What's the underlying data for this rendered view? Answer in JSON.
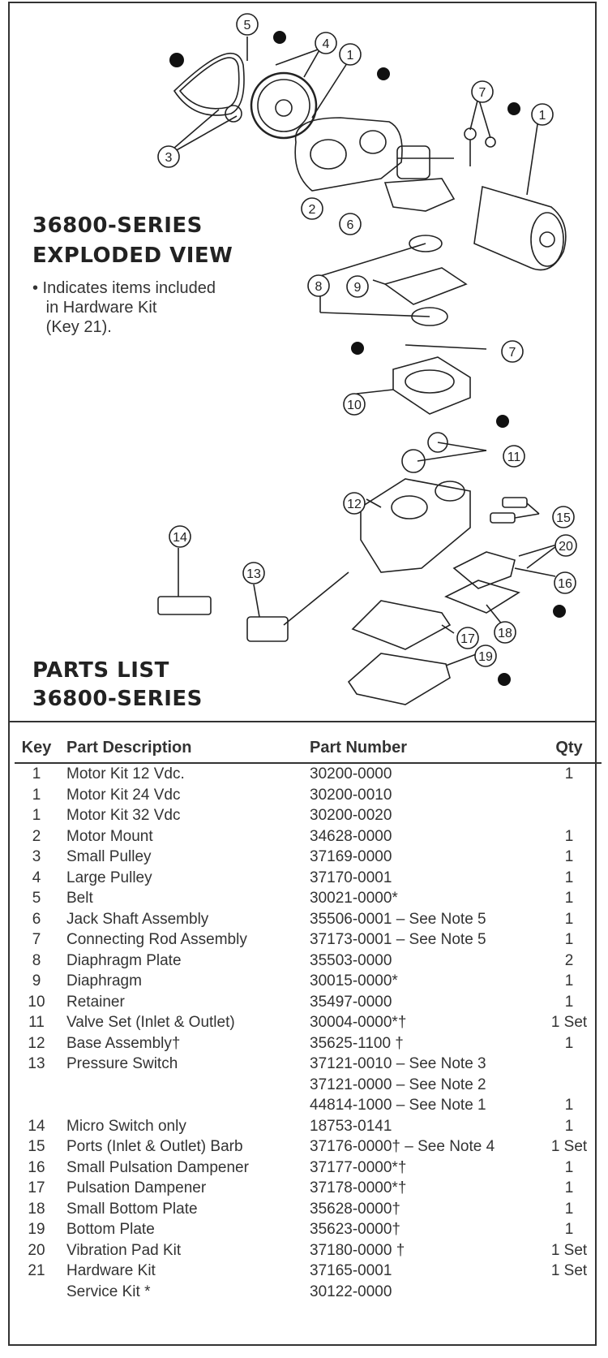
{
  "diagram": {
    "title_line1": "36800-SERIES",
    "title_line2": "EXPLODED VIEW",
    "note_line1": "• Indicates items included",
    "note_line2": "   in Hardware Kit",
    "note_line3": "   (Key 21).",
    "callouts": [
      "5",
      "4",
      "1",
      "7",
      "1",
      "3",
      "2",
      "6",
      "8",
      "9",
      "7",
      "10",
      "11",
      "12",
      "15",
      "20",
      "14",
      "16",
      "13",
      "18",
      "17",
      "19"
    ]
  },
  "parts_list": {
    "title_line1": "PARTS LIST",
    "title_line2": "36800-SERIES",
    "headers": [
      "Key",
      "Part Description",
      "Part Number",
      "Qty"
    ],
    "rows": [
      {
        "key": "1",
        "desc": "Motor Kit 12 Vdc.",
        "pn": "30200-0000",
        "qty": "1"
      },
      {
        "key": "1",
        "desc": "Motor Kit 24 Vdc",
        "pn": "30200-0010",
        "qty": ""
      },
      {
        "key": "1",
        "desc": "Motor Kit 32 Vdc",
        "pn": "30200-0020",
        "qty": ""
      },
      {
        "key": "2",
        "desc": "Motor Mount",
        "pn": "34628-0000",
        "qty": "1"
      },
      {
        "key": "3",
        "desc": "Small Pulley",
        "pn": "37169-0000",
        "qty": "1"
      },
      {
        "key": "4",
        "desc": "Large Pulley",
        "pn": "37170-0001",
        "qty": "1"
      },
      {
        "key": "5",
        "desc": "Belt",
        "pn": "30021-0000*",
        "qty": "1"
      },
      {
        "key": "6",
        "desc": "Jack Shaft Assembly",
        "pn": "35506-0001 – See Note 5",
        "qty": "1"
      },
      {
        "key": "7",
        "desc": "Connecting Rod Assembly",
        "pn": "37173-0001 – See Note 5",
        "qty": "1"
      },
      {
        "key": "8",
        "desc": "Diaphragm Plate",
        "pn": "35503-0000",
        "qty": "2"
      },
      {
        "key": "9",
        "desc": "Diaphragm",
        "pn": "30015-0000*",
        "qty": "1"
      },
      {
        "key": "10",
        "desc": "Retainer",
        "pn": "35497-0000",
        "qty": "1"
      },
      {
        "key": "11",
        "desc": "Valve Set (Inlet & Outlet)",
        "pn": "30004-0000*†",
        "qty": "1 Set"
      },
      {
        "key": "12",
        "desc": "Base Assembly†",
        "pn": "35625-1100  †",
        "qty": "1"
      },
      {
        "key": "13",
        "desc": "Pressure Switch",
        "pn": "37121-0010 – See Note 3",
        "qty": ""
      },
      {
        "key": "",
        "desc": "",
        "pn": "37121-0000 – See Note 2",
        "qty": ""
      },
      {
        "key": "",
        "desc": "",
        "pn": "44814-1000 – See Note 1",
        "qty": "1"
      },
      {
        "key": "14",
        "desc": "Micro Switch only",
        "pn": "18753-0141",
        "qty": "1"
      },
      {
        "key": "15",
        "desc": "Ports (Inlet & Outlet) Barb",
        "pn": "37176-0000† – See Note 4",
        "qty": "1 Set"
      },
      {
        "key": "16",
        "desc": "Small Pulsation Dampener",
        "pn": "37177-0000*†",
        "qty": "1"
      },
      {
        "key": "17",
        "desc": "Pulsation Dampener",
        "pn": "37178-0000*†",
        "qty": "1"
      },
      {
        "key": "18",
        "desc": "Small Bottom Plate",
        "pn": "35628-0000†",
        "qty": "1"
      },
      {
        "key": "19",
        "desc": "Bottom Plate",
        "pn": "35623-0000†",
        "qty": "1"
      },
      {
        "key": "20",
        "desc": "Vibration Pad Kit",
        "pn": "37180-0000 †",
        "qty": "1 Set"
      },
      {
        "key": "21",
        "desc": "Hardware Kit",
        "pn": "37165-0001",
        "qty": "1 Set"
      },
      {
        "key": "",
        "desc": "Service Kit *",
        "pn": "30122-0000",
        "qty": ""
      }
    ]
  }
}
